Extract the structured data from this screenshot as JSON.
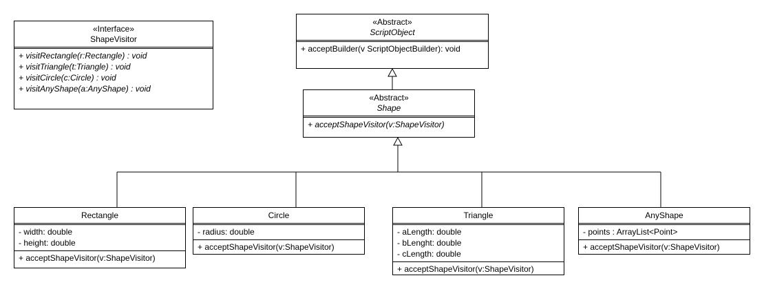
{
  "classes": {
    "shape_visitor": {
      "stereotype": "«Interface»",
      "name": "ShapeVisitor",
      "methods": [
        "+ visitRectangle(r:Rectangle) : void",
        "+ visitTriangle(t:Triangle) : void",
        "+ visitCircle(c:Circle) : void",
        "+ visitAnyShape(a:AnyShape) : void"
      ]
    },
    "script_object": {
      "stereotype": "«Abstract»",
      "name": "ScriptObject",
      "methods": [
        "+ acceptBuilder(v ScriptObjectBuilder): void"
      ]
    },
    "shape": {
      "stereotype": "«Abstract»",
      "name": "Shape",
      "methods": [
        "+ acceptShapeVisitor(v:ShapeVisitor)"
      ]
    },
    "rectangle": {
      "name": "Rectangle",
      "attributes": [
        "- width: double",
        "- height: double"
      ],
      "methods": [
        "+ acceptShapeVisitor(v:ShapeVisitor)"
      ]
    },
    "circle": {
      "name": "Circle",
      "attributes": [
        "- radius: double"
      ],
      "methods": [
        "+ acceptShapeVisitor(v:ShapeVisitor)"
      ]
    },
    "triangle": {
      "name": "Triangle",
      "attributes": [
        "- aLength: double",
        "- bLenght: double",
        "- cLength: double"
      ],
      "methods": [
        "+ acceptShapeVisitor(v:ShapeVisitor)"
      ]
    },
    "any_shape": {
      "name": "AnyShape",
      "attributes": [
        "- points : ArrayList<Point>"
      ],
      "methods": [
        "+ acceptShapeVisitor(v:ShapeVisitor)"
      ]
    }
  },
  "relations": [
    {
      "type": "generalization",
      "from": "Shape",
      "to": "ScriptObject"
    },
    {
      "type": "generalization",
      "from": "Rectangle",
      "to": "Shape"
    },
    {
      "type": "generalization",
      "from": "Circle",
      "to": "Shape"
    },
    {
      "type": "generalization",
      "from": "Triangle",
      "to": "Shape"
    },
    {
      "type": "generalization",
      "from": "AnyShape",
      "to": "Shape"
    }
  ]
}
